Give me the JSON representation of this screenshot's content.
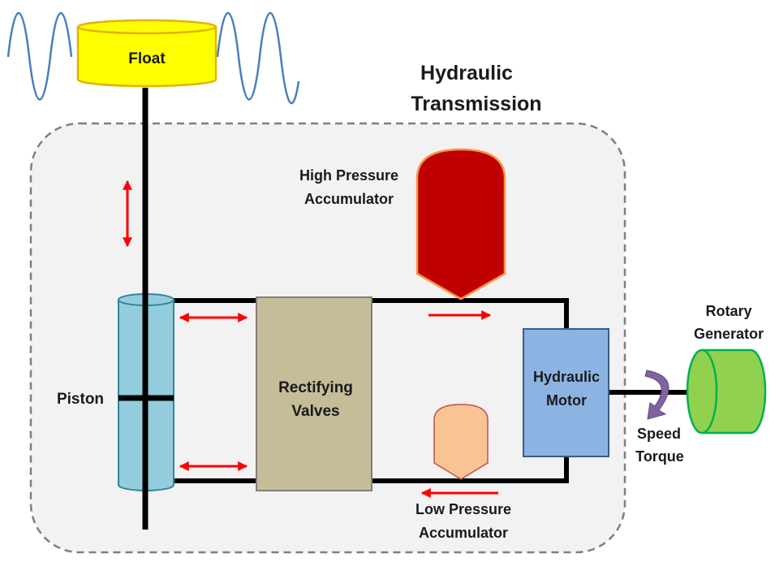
{
  "labels": {
    "float": "Float",
    "title_line1": "Hydraulic",
    "title_line2": "Transmission",
    "hp_acc_line1": "High Pressure",
    "hp_acc_line2": "Accumulator",
    "piston": "Piston",
    "valves_line1": "Rectifying",
    "valves_line2": "Valves",
    "motor_line1": "Hydraulic",
    "motor_line2": "Motor",
    "generator_line1": "Rotary",
    "generator_line2": "Generator",
    "speed": "Speed",
    "torque": "Torque",
    "lp_acc_line1": "Low Pressure",
    "lp_acc_line2": "Accumulator"
  },
  "colors": {
    "wave": "#4a7ebb",
    "float_fill": "#ffff00",
    "float_stroke": "#e0b400",
    "flow_arrow": "#ff0000",
    "hp_accumulator": "#c00000",
    "lp_accumulator": "#f9c394",
    "piston_fill": "#93cddd",
    "valves_fill": "#c4bd97",
    "motor_fill": "#8db3e2",
    "generator_fill": "#92d050",
    "rotation_arrow": "#8064a2",
    "boundary_fill": "#f2f2f2",
    "boundary_stroke": "#7f7f7f"
  }
}
